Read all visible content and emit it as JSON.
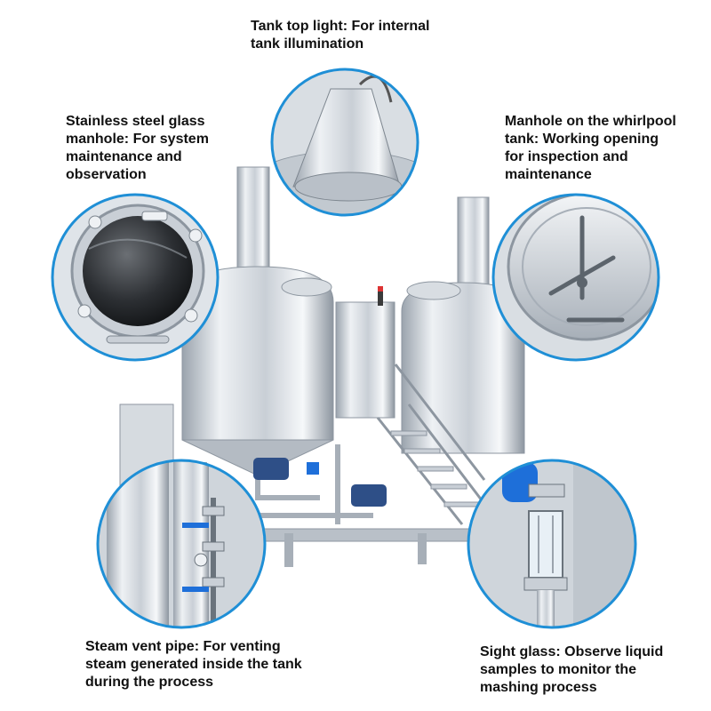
{
  "callouts": {
    "tank_top_light": "Tank top light: For internal\ntank illumination",
    "glass_manhole": "Stainless steel glass\nmanhole: For system\nmaintenance and\nobservation",
    "whirlpool_manhole": "Manhole on the whirlpool\ntank: Working opening\nfor inspection and\nmaintenance",
    "steam_vent": "Steam vent pipe: For venting\nsteam generated inside the tank\nduring the process",
    "sight_glass": "Sight glass: Observe liquid\nsamples to monitor the\nmashing process"
  },
  "colors": {
    "ring": "#1f8fd6",
    "steel_light": "#eef1f4",
    "steel_mid": "#c9cfd6",
    "steel_dark": "#8d96a0",
    "valve_blue": "#1e6fd9"
  }
}
